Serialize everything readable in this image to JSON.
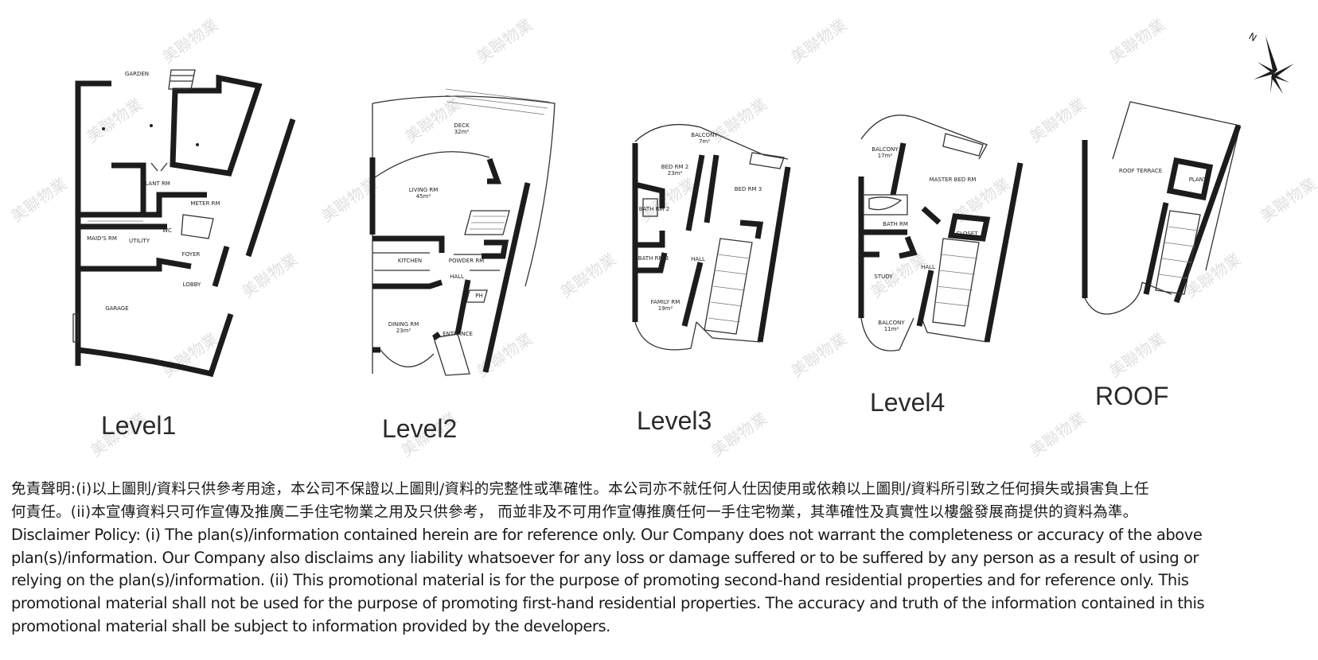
{
  "levels": [
    {
      "label": "Level1",
      "rooms": [
        "GARDEN",
        "PLANT RM",
        "METER RM",
        "WC",
        "MAID'S RM",
        "UTILITY",
        "FOYER",
        "LOBBY",
        "GARAGE"
      ]
    },
    {
      "label": "Level2",
      "rooms": [
        "DECK",
        "32m²",
        "LIVING RM",
        "45m²",
        "KITCHEN",
        "POWDER RM",
        "HALL",
        "PH",
        "DINING RM",
        "23m²",
        "ENTRANCE"
      ]
    },
    {
      "label": "Level3",
      "rooms": [
        "BALCONY",
        "7m²",
        "BED RM 2",
        "23m²",
        "BED RM 3",
        "BATH RM 2",
        "BATH RM 3",
        "HALL",
        "FAMILY RM",
        "19m²"
      ]
    },
    {
      "label": "Level4",
      "rooms": [
        "BALCONY",
        "17m²",
        "MASTER BED RM",
        "BATH RM",
        "CLOSET",
        "STUDY",
        "HALL",
        "BALCONY",
        "11m²"
      ]
    },
    {
      "label": "ROOF",
      "rooms": [
        "ROOF TERRACE",
        "PLANT"
      ]
    }
  ],
  "compass": {
    "north_label": "N"
  },
  "watermark": {
    "text": "美聯物業"
  },
  "disclaimer": {
    "zh_line1": "免責聲明:(i)以上圖則/資料只供參考用途，本公司不保證以上圖則/資料的完整性或準確性。本公司亦不就任何人仕因使用或依賴以上圖則/資料所引致之任何損失或損害負上任",
    "zh_line2": "何責任。(ii)本宣傳資料只可作宣傳及推廣二手住宅物業之用及只供參考， 而並非及不可用作宣傳推廣任何一手住宅物業，其準確性及真實性以樓盤發展商提供的資料為準。",
    "en_line1": "Disclaimer Policy: (i) The plan(s)/information contained herein are for reference only. Our Company does not warrant the completeness or accuracy of the above",
    "en_line2": "plan(s)/information. Our Company also disclaims any liability whatsoever for any loss or damage suffered or to be suffered by any person as a result of using or",
    "en_line3": "relying on the plan(s)/information. (ii) This promotional material is for the purpose of promoting second-hand residential properties and for reference only. This",
    "en_line4": "promotional material shall not be used for the purpose of promoting first-hand residential properties. The accuracy and truth of the information contained in this",
    "en_line5": "promotional material shall be subject to information provided by the developers."
  }
}
